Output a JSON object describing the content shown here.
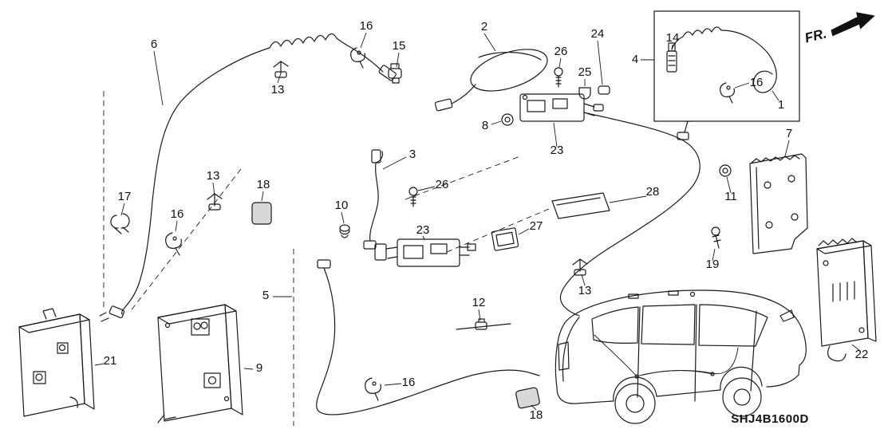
{
  "diagram": {
    "code": "SHJ4B1600D",
    "direction_label": "FR.",
    "colors": {
      "background": "#ffffff",
      "line": "#1a1a1a",
      "pad_fill": "#d8d8d8"
    }
  },
  "callouts": [
    {
      "ref": "6"
    },
    {
      "ref": "16"
    },
    {
      "ref": "15"
    },
    {
      "ref": "13"
    },
    {
      "ref": "2"
    },
    {
      "ref": "26"
    },
    {
      "ref": "24"
    },
    {
      "ref": "25"
    },
    {
      "ref": "4"
    },
    {
      "ref": "14"
    },
    {
      "ref": "16"
    },
    {
      "ref": "1"
    },
    {
      "ref": "8"
    },
    {
      "ref": "23"
    },
    {
      "ref": "7"
    },
    {
      "ref": "3"
    },
    {
      "ref": "26"
    },
    {
      "ref": "13"
    },
    {
      "ref": "18"
    },
    {
      "ref": "17"
    },
    {
      "ref": "16"
    },
    {
      "ref": "10"
    },
    {
      "ref": "28"
    },
    {
      "ref": "11"
    },
    {
      "ref": "27"
    },
    {
      "ref": "23"
    },
    {
      "ref": "19"
    },
    {
      "ref": "13"
    },
    {
      "ref": "5"
    },
    {
      "ref": "12"
    },
    {
      "ref": "21"
    },
    {
      "ref": "9"
    },
    {
      "ref": "16"
    },
    {
      "ref": "18"
    },
    {
      "ref": "22"
    }
  ]
}
